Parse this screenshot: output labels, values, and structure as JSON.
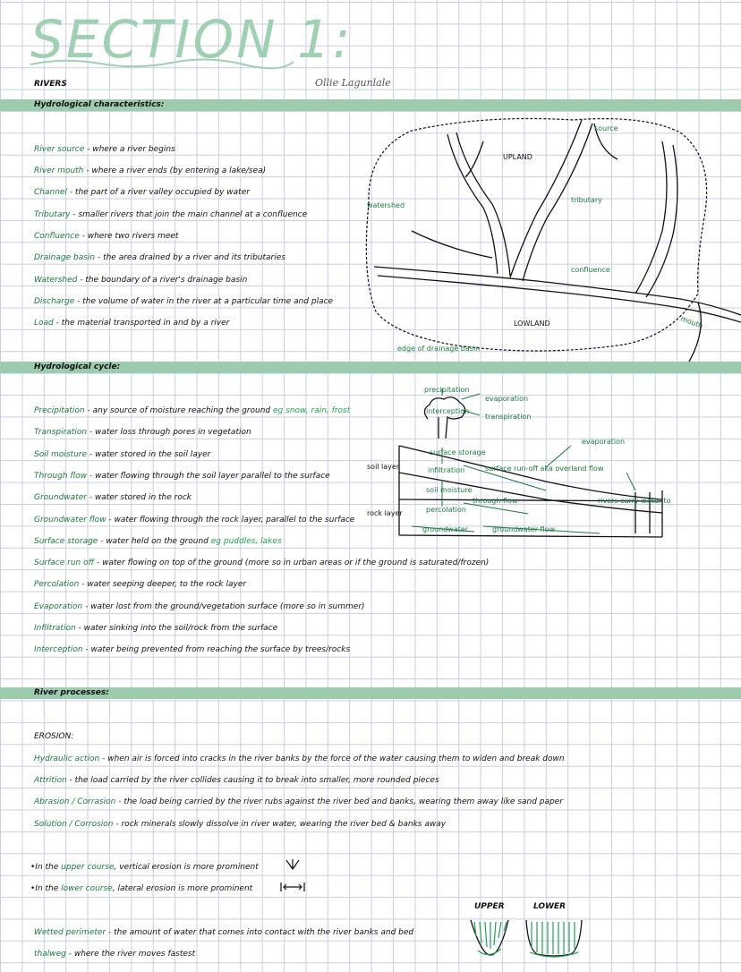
{
  "header": {
    "title": "SECTION 1:",
    "topic": "RIVERS",
    "signature": "Ollie Lagunlale"
  },
  "sections": {
    "hydro_chars": "Hydrological characteristics:",
    "hydro_cycle": "Hydrological cycle:",
    "river_processes": "River processes:"
  },
  "characteristics": [
    {
      "term": "River source",
      "def": " - where a river begins"
    },
    {
      "term": "River mouth",
      "def": " - where a river ends (by entering a lake/sea)"
    },
    {
      "term": "Channel",
      "def": " - the part of a river valley occupied by water"
    },
    {
      "term": "Tributary",
      "def": " - smaller rivers that join the main channel at a confluence"
    },
    {
      "term": "Confluence",
      "def": " - where two rivers meet"
    },
    {
      "term": "Drainage basin",
      "def": " - the area drained by a river and its tributaries"
    },
    {
      "term": "Watershed",
      "def": " - the boundary of a river's drainage basin"
    },
    {
      "term": "Discharge",
      "def": " - the volume of water in the river at a particular time and place"
    },
    {
      "term": "Load",
      "def": " - the material transported in and by a river"
    }
  ],
  "basin_diagram": {
    "source": "source",
    "upland": "UPLAND",
    "watershed": "watershed",
    "tributary": "tributary",
    "confluence": "confluence",
    "mouth": "mouth",
    "lowland": "LOWLAND",
    "edge": "edge of drainage basin"
  },
  "cycle": [
    {
      "term": "Precipitation",
      "def": " - any source of moisture reaching the ground ",
      "eg": "eg snow, rain, frost"
    },
    {
      "term": "Transpiration",
      "def": " - water loss through pores in vegetation",
      "eg": ""
    },
    {
      "term": "Soil moisture",
      "def": " - water stored in the soil layer",
      "eg": ""
    },
    {
      "term": "Through flow",
      "def": " - water flowing through the soil layer parallel to the surface",
      "eg": ""
    },
    {
      "term": "Groundwater",
      "def": " - water stored in the rock",
      "eg": ""
    },
    {
      "term": "Groundwater flow",
      "def": " - water flowing through the rock layer, parallel to the surface",
      "eg": ""
    },
    {
      "term": "Surface storage",
      "def": " - water held on the ground ",
      "eg": "eg puddles, lakes"
    },
    {
      "term": "Surface run off",
      "def": " - water flowing on top of the ground (more so in urban areas or if the ground is saturated/frozen)",
      "eg": ""
    },
    {
      "term": "Percolation",
      "def": " - water seeping deeper, to the rock layer",
      "eg": ""
    },
    {
      "term": "Evaporation",
      "def": " - water lost from the ground/vegetation surface (more so in summer)",
      "eg": ""
    },
    {
      "term": "Infiltration",
      "def": " - water sinking into the soil/rock from the surface",
      "eg": ""
    },
    {
      "term": "Interception",
      "def": " - water being prevented from reaching the surface by trees/rocks",
      "eg": ""
    }
  ],
  "cycle_diagram": {
    "precipitation": "precipitation",
    "evaporation_top": "evaporation",
    "interception": "interception",
    "transpiration": "transpiration",
    "evaporation_right": "evaporation",
    "surface_storage": "surface storage",
    "surface_runoff": "surface run-off aka overland flow",
    "infiltration": "infiltration",
    "soil_moisture": "soil moisture",
    "through_flow": "through flow",
    "percolation": "percolation",
    "groundwater": "groundwater",
    "groundwater_flow": "groundwater flow",
    "rivers_carry": "rivers carry water to a lake or sea",
    "soil_layer": "soil layer",
    "rock_layer": "rock layer"
  },
  "erosion": {
    "heading": "EROSION:",
    "items": [
      {
        "term": "Hydraulic action",
        "def": " - when air is forced into cracks in the river banks by the force of the water causing them to widen and break down"
      },
      {
        "term": "Attrition",
        "def": " - the load carried by the river collides causing it to break into smaller, more rounded pieces"
      },
      {
        "term": "Abrasion / Corrasion",
        "def": " - the load being carried by the river rubs against the river bed and banks, wearing them away like sand paper"
      },
      {
        "term": "Solution / Corrosion",
        "def": " - rock minerals slowly dissolve in river water, wearing the river bed & banks away"
      }
    ],
    "bullet1_pre": "•In the ",
    "bullet1_term": "upper course",
    "bullet1_post": ", vertical erosion is more prominent",
    "bullet2_pre": "•In the ",
    "bullet2_term": "lower course",
    "bullet2_post": ", lateral erosion is more prominent",
    "upper_label": "UPPER",
    "lower_label": "LOWER"
  },
  "extra_terms": [
    {
      "term": "Wetted perimeter",
      "def": " - the amount of water that comes into contact with the river banks and bed"
    },
    {
      "term": "thalweg",
      "def": " - where the river moves fastest"
    }
  ],
  "colors": {
    "accent": "#1a7a3c",
    "band": "#9dcbad",
    "title": "#9fd0b2"
  }
}
